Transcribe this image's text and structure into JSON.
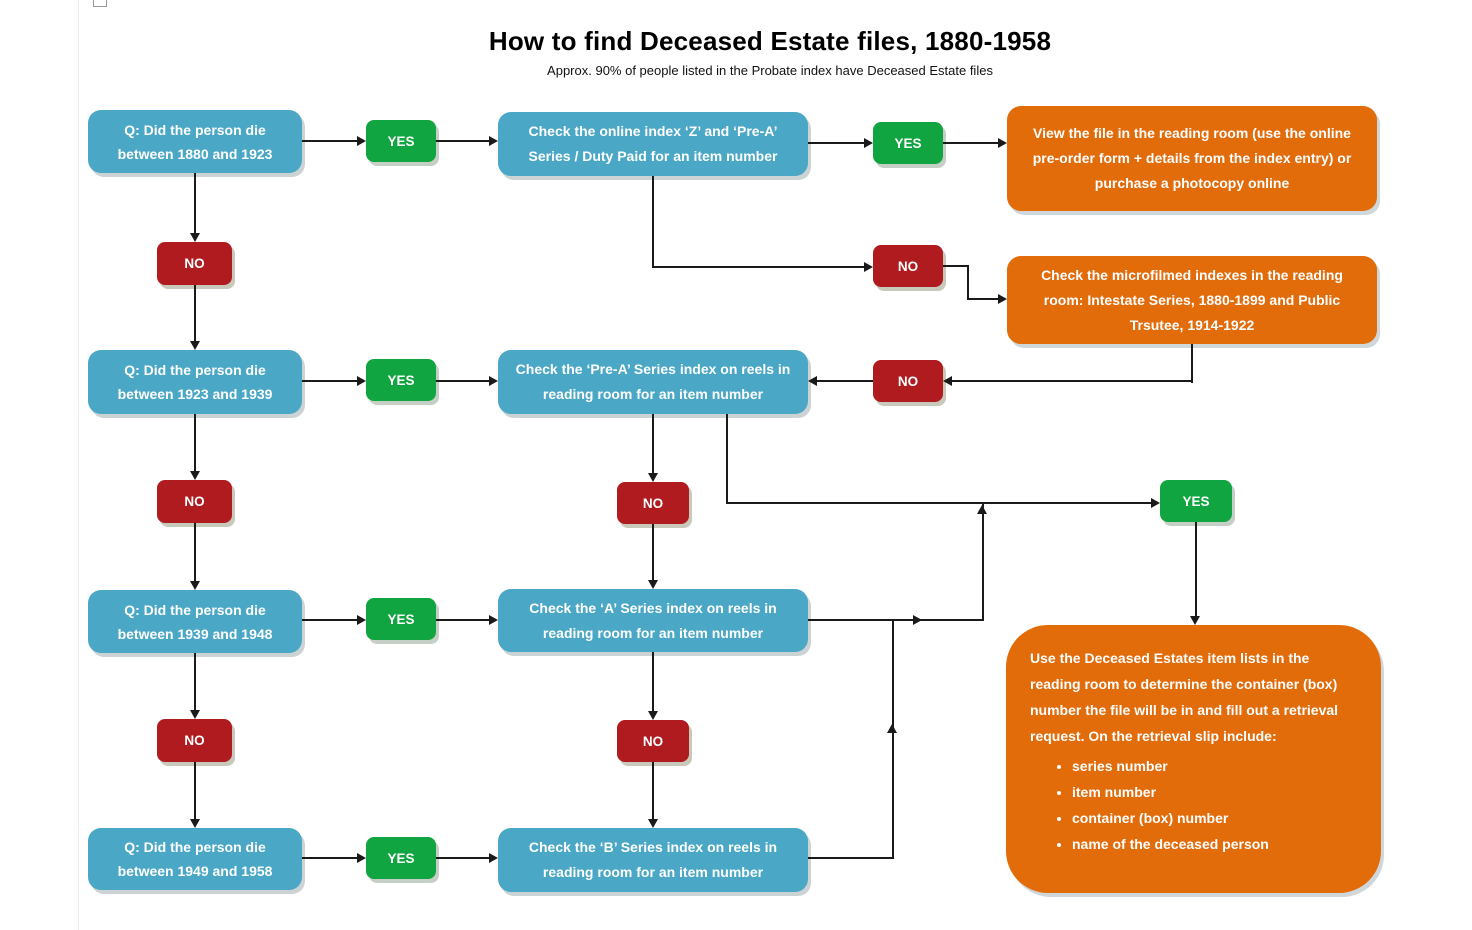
{
  "title": "How to find Deceased Estate files, 1880-1958",
  "subtitle": "Approx. 90% of people listed in the Probate index have Deceased Estate files",
  "labels": {
    "yes": "YES",
    "no": "NO"
  },
  "questions": {
    "q1": "Q: Did the person die between 1880 and 1923",
    "q2": "Q: Did the person die between 1923 and 1939",
    "q3": "Q: Did the person die between 1939 and 1948",
    "q4": "Q: Did the person die between 1949 and 1958"
  },
  "actions": {
    "check_online": "Check the online index ‘Z’ and ‘Pre-A’ Series / Duty Paid for an item number",
    "check_pre_a": "Check the ‘Pre-A’ Series index on reels in reading room for an item number",
    "check_a": "Check the ‘A’ Series index on reels in reading room for an item number",
    "check_b": "Check the ‘B’ Series index on reels in reading room for an item number"
  },
  "outcomes": {
    "view_file": "View the file in the reading room (use the online pre-order form + details from the index entry) or purchase a photocopy online",
    "microfilm": "Check the microfilmed indexes in the reading room: Intestate Series, 1880-1899 and Public Trsutee, 1914-1922",
    "retrieval_intro": "Use the Deceased Estates item lists in the reading room to determine the container (box) number the file will be in and fill out a retrieval request. On the retrieval slip include:",
    "retrieval_bullets": [
      "series number",
      "item number",
      "container (box) number",
      "name of the deceased person"
    ]
  },
  "colors": {
    "question_blue": "#4AA7C5",
    "yes_green": "#10A540",
    "no_red": "#B01B20",
    "outcome_orange": "#E26B0A",
    "connector_black": "#1a1a1a"
  }
}
